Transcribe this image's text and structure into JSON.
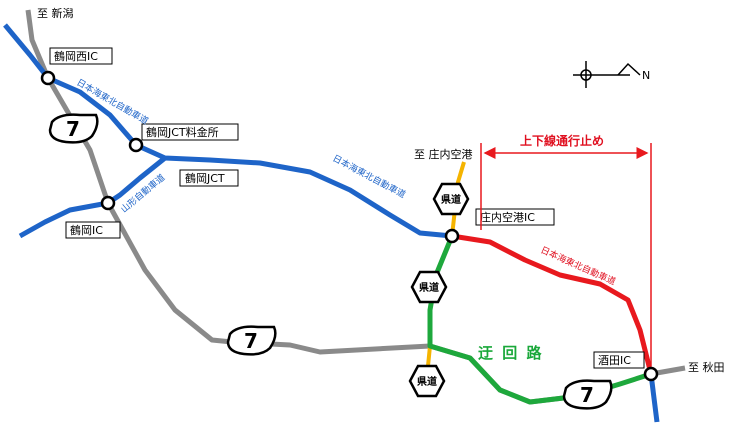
{
  "colors": {
    "expressway": "#1e64c8",
    "closed": "#e8191e",
    "detour": "#1ea83c",
    "national_route": "#8a8a8a",
    "prefectural_road": "#f5b400"
  },
  "destinations": {
    "niigata": "至 新潟",
    "airport": "至 庄内空港",
    "akita": "至 秋田"
  },
  "interchanges": {
    "tsuruoka_nishi": "鶴岡西IC",
    "tsuruoka_jct_toll": "鶴岡JCT料金所",
    "tsuruoka_jct": "鶴岡JCT",
    "tsuruoka": "鶴岡IC",
    "shonai_airport": "庄内空港IC",
    "sakata": "酒田IC"
  },
  "road_labels": {
    "nihonkai_1": "日本海東北自動車道",
    "nihonkai_2": "日本海東北自動車道",
    "nihonkai_closed": "日本海東北自動車道",
    "yamagata": "山形自動車道"
  },
  "closure_label": "上下線通行止め",
  "detour_label": "迂 回 路",
  "route_shields": [
    "7",
    "7",
    "7"
  ],
  "pref_road_badges": [
    "県道",
    "県道",
    "県道"
  ],
  "compass_label": "N"
}
